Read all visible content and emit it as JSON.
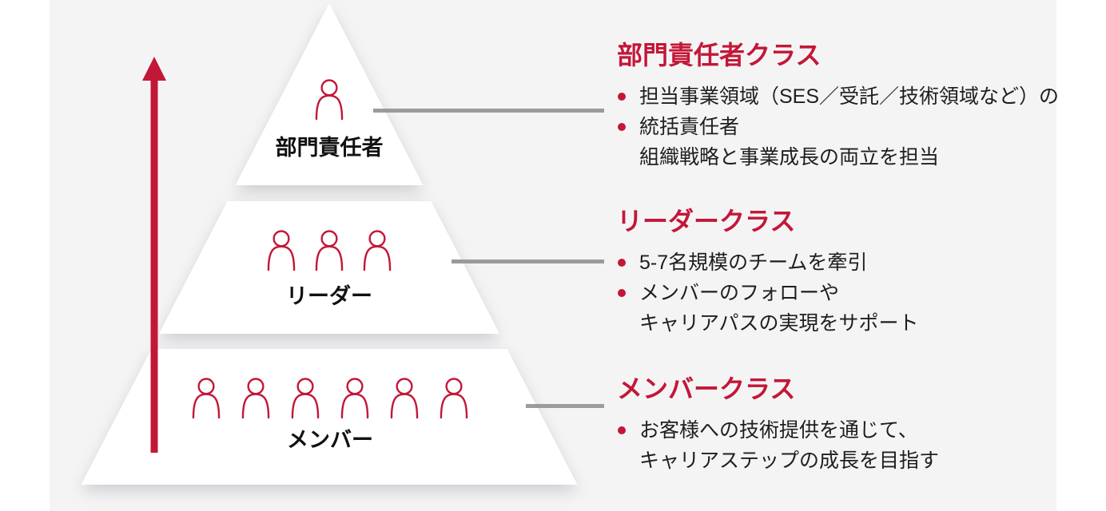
{
  "palette": {
    "accent_red": "#c31737",
    "body_text": "#1e1e1e",
    "tier_label_text": "#111111",
    "connector_gray": "#9b9b9b",
    "canvas_background": "#f4f4f5",
    "tier_fill": "#ffffff"
  },
  "pyramid": {
    "tiers": [
      {
        "id": "top",
        "label": "部門責任者",
        "icon_count": 1
      },
      {
        "id": "middle",
        "label": "リーダー",
        "icon_count": 3
      },
      {
        "id": "bottom",
        "label": "メンバー",
        "icon_count": 6
      }
    ]
  },
  "sections": [
    {
      "title": "部門責任者クラス",
      "items": [
        {
          "bullet": true,
          "text": "担当事業領域（SES／受託／技術領域など）の"
        },
        {
          "bullet": true,
          "text": "統括責任者"
        },
        {
          "bullet": false,
          "text": "組織戦略と事業成長の両立を担当"
        }
      ]
    },
    {
      "title": "リーダークラス",
      "items": [
        {
          "bullet": true,
          "text": "5-7名規模のチームを牽引"
        },
        {
          "bullet": true,
          "text": "メンバーのフォローや"
        },
        {
          "bullet": false,
          "text": "キャリアパスの実現をサポート"
        }
      ]
    },
    {
      "title": "メンバークラス",
      "items": [
        {
          "bullet": true,
          "text": "お客様への技術提供を通じて、"
        },
        {
          "bullet": false,
          "text": "キャリアステップの成長を目指す"
        }
      ]
    }
  ]
}
